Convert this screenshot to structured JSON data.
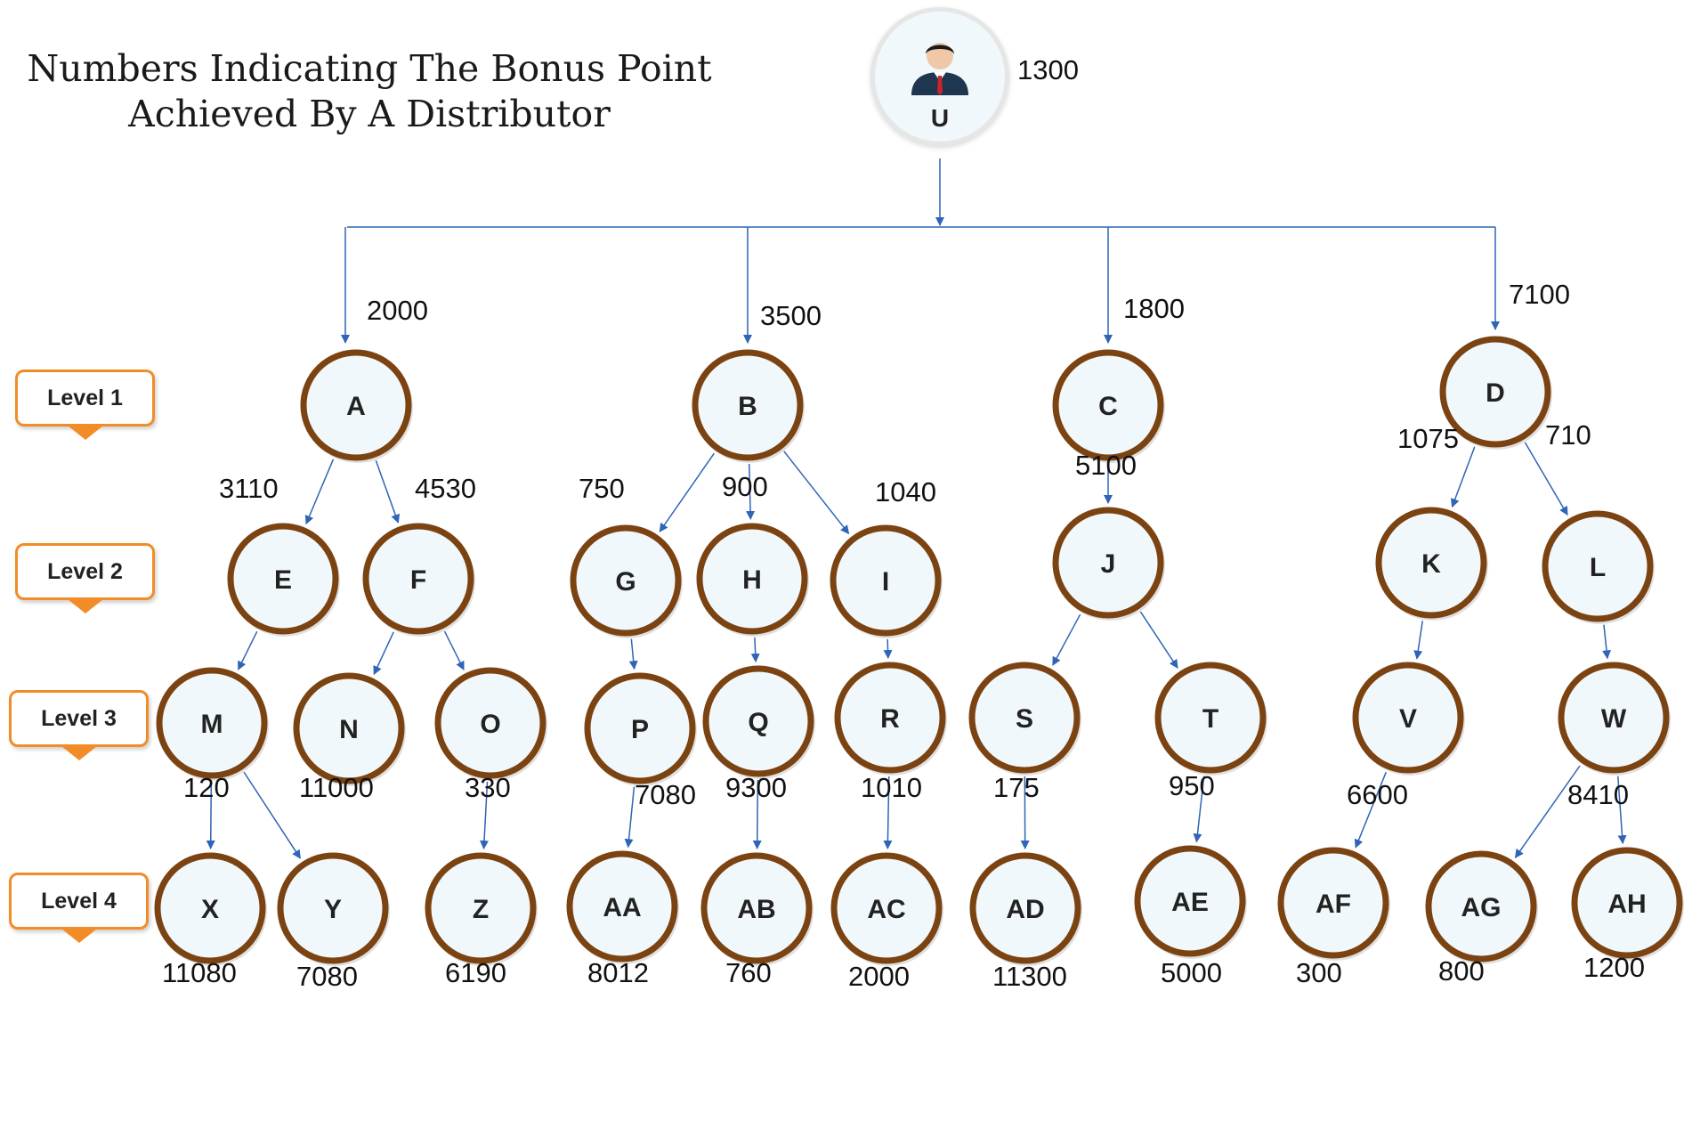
{
  "title": {
    "line1": "Numbers Indicating The Bonus Point",
    "line2": "Achieved By A Distributor"
  },
  "levels": [
    "Level 1",
    "Level 2",
    "Level 3",
    "Level 4"
  ],
  "colors": {
    "node_border": "#7b4312",
    "node_fill": "#f1f8fb",
    "connector": "#2f64b6",
    "level_border": "#f28c28"
  },
  "icons": {
    "root_avatar": "person-icon"
  },
  "nodes": [
    {
      "id": "U",
      "value": "1300",
      "parent": null
    },
    {
      "id": "A",
      "value": "2000",
      "parent": "U"
    },
    {
      "id": "B",
      "value": "3500",
      "parent": "U"
    },
    {
      "id": "C",
      "value": "1800",
      "parent": "U"
    },
    {
      "id": "D",
      "value": "7100",
      "parent": "U"
    },
    {
      "id": "E",
      "value": "3110",
      "parent": "A"
    },
    {
      "id": "F",
      "value": "4530",
      "parent": "A"
    },
    {
      "id": "G",
      "value": "750",
      "parent": "B"
    },
    {
      "id": "H",
      "value": "900",
      "parent": "B"
    },
    {
      "id": "I",
      "value": "1040",
      "parent": "B"
    },
    {
      "id": "J",
      "value": "5100",
      "parent": "C"
    },
    {
      "id": "K",
      "value": "1075",
      "parent": "D"
    },
    {
      "id": "L",
      "value": "710",
      "parent": "D"
    },
    {
      "id": "M",
      "value": "120",
      "parent": "E"
    },
    {
      "id": "N",
      "value": "11000",
      "parent": "F"
    },
    {
      "id": "O",
      "value": "330",
      "parent": "F"
    },
    {
      "id": "P",
      "value": "7080",
      "parent": "G"
    },
    {
      "id": "Q",
      "value": "9300",
      "parent": "H"
    },
    {
      "id": "R",
      "value": "1010",
      "parent": "I"
    },
    {
      "id": "S",
      "value": "175",
      "parent": "J"
    },
    {
      "id": "T",
      "value": "950",
      "parent": "J"
    },
    {
      "id": "V",
      "value": "6600",
      "parent": "K"
    },
    {
      "id": "W",
      "value": "8410",
      "parent": "L"
    },
    {
      "id": "X",
      "value": "11080",
      "parent": "M"
    },
    {
      "id": "Y",
      "value": "7080",
      "parent": "M"
    },
    {
      "id": "Z",
      "value": "6190",
      "parent": "O"
    },
    {
      "id": "AA",
      "value": "8012",
      "parent": "P"
    },
    {
      "id": "AB",
      "value": "760",
      "parent": "Q"
    },
    {
      "id": "AC",
      "value": "2000",
      "parent": "R"
    },
    {
      "id": "AD",
      "value": "11300",
      "parent": "S"
    },
    {
      "id": "AE",
      "value": "5000",
      "parent": "T"
    },
    {
      "id": "AF",
      "value": "300",
      "parent": "V"
    },
    {
      "id": "AG",
      "value": "800",
      "parent": "W"
    },
    {
      "id": "AH",
      "value": "1200",
      "parent": "W"
    }
  ]
}
